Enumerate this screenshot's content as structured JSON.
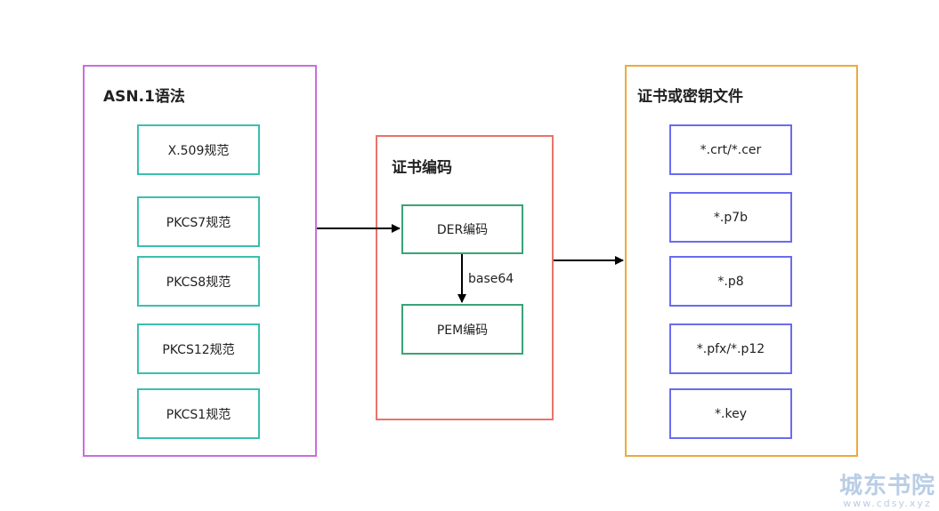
{
  "colors": {
    "asn_border": "#c96ee0",
    "encoding_border": "#e8746a",
    "files_border": "#eeaa3c",
    "spec_node_border": "#3bbfae",
    "encoding_node_border": "#3aa377",
    "file_node_border": "#6b6bef",
    "arrow": "#000000"
  },
  "groups": {
    "asn": {
      "title": "ASN.1语法",
      "nodes": [
        "X.509规范",
        "PKCS7规范",
        "PKCS8规范",
        "PKCS12规范",
        "PKCS1规范"
      ]
    },
    "encoding": {
      "title": "证书编码",
      "nodes": [
        "DER编码",
        "PEM编码"
      ],
      "edge_label": "base64"
    },
    "files": {
      "title": "证书或密钥文件",
      "nodes": [
        "*.crt/*.cer",
        "*.p7b",
        "*.p8",
        "*.pfx/*.p12",
        "*.key"
      ]
    }
  },
  "watermark": {
    "main": "城东书院",
    "sub": "www.cdsy.xyz"
  }
}
